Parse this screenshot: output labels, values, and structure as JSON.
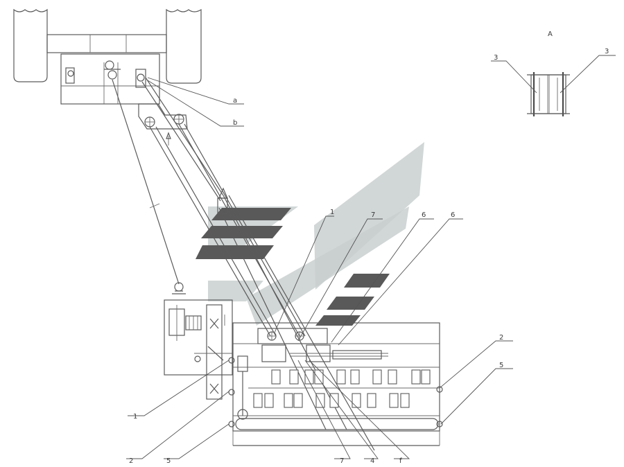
{
  "diagram": {
    "detail_view_label": "A",
    "callouts": {
      "upper_a": "a",
      "upper_b": "b",
      "detail_left": "3",
      "detail_right": "3",
      "mid_1": "1",
      "mid_7": "7",
      "mid_6a": "6",
      "mid_6b": "6",
      "right_2": "2",
      "right_5": "5",
      "bottom_1": "1",
      "bottom_2": "2",
      "bottom_5": "5",
      "bottom_7": "7",
      "bottom_4": "4",
      "bottom_f": "f"
    },
    "colors": {
      "line": "#5a5a5a",
      "stripe": "#595959",
      "watermark": "#c9cfcf"
    }
  }
}
